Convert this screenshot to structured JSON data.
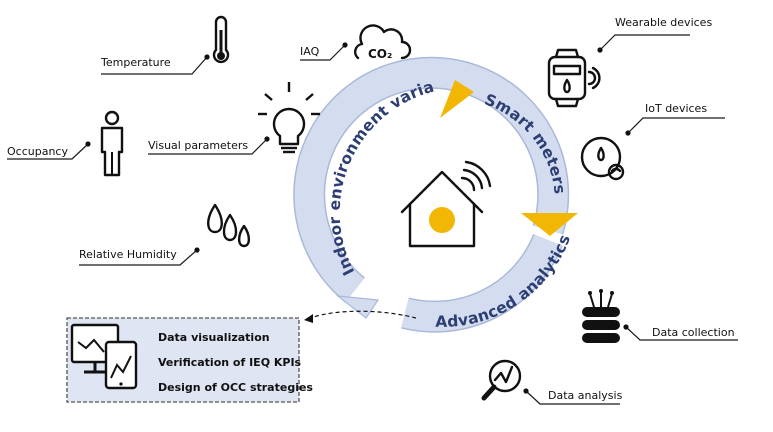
{
  "labels": {
    "temperature": "Temperature",
    "iaq": "IAQ",
    "co2": "CO₂",
    "occupancy": "Occupancy",
    "visual": "Visual parameters",
    "humidity": "Relative Humidity",
    "wearable": "Wearable devices",
    "iot": "IoT devices",
    "data_collection": "Data collection",
    "data_analysis": "Data analysis"
  },
  "cycle": {
    "indoor": "Indoor environment variables",
    "smart": "Smart meters",
    "advanced": "Advanced analytics"
  },
  "output_box": {
    "items": [
      "Data visualization",
      "Verification of IEQ KPIs",
      "Design of OCC strategies"
    ]
  },
  "colors": {
    "ring": "#d4ddef",
    "ring_stroke": "#aab9d8",
    "arrow": "#f2b705",
    "text_blue": "#2c3e73",
    "sun": "#f2b705",
    "box_bg": "#dfe5f2"
  }
}
